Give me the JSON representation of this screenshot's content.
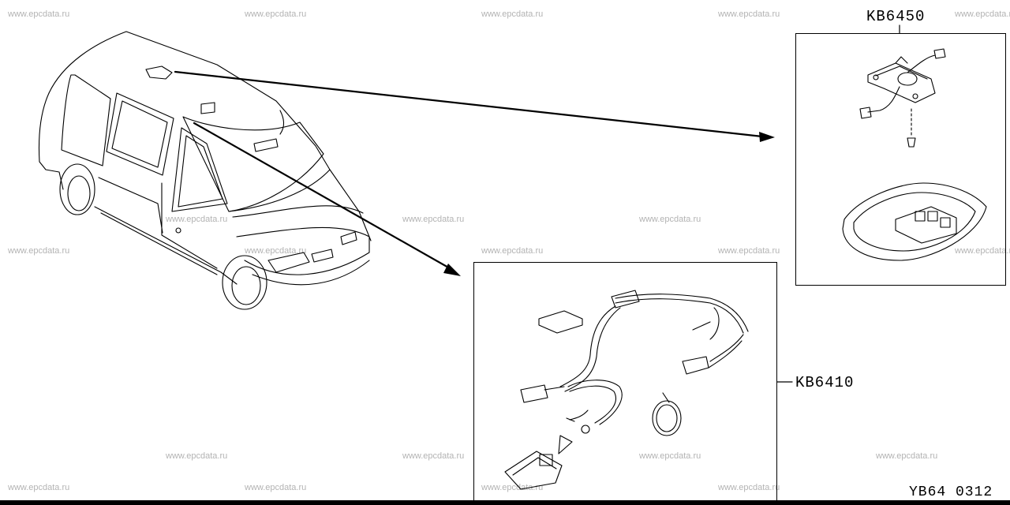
{
  "watermark": "www.epcdata.ru",
  "callouts": {
    "top_part": "KB6450",
    "bottom_part": "KB6410"
  },
  "diagram_code": "YB64  0312"
}
